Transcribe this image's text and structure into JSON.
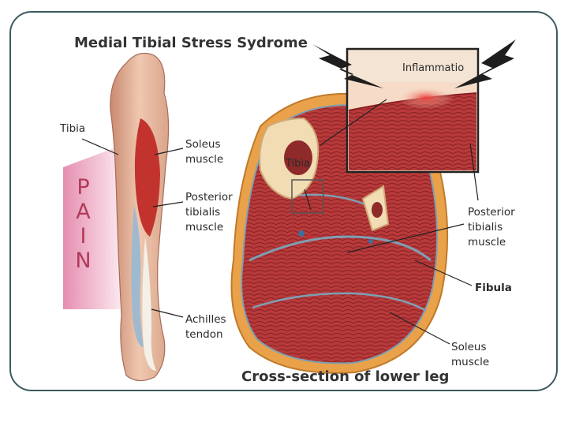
{
  "diagram": {
    "title": "Medial Tibial Stress Sydrome",
    "subtitle": "Cross-section of lower leg",
    "pain_letters": [
      "P",
      "A",
      "I",
      "N"
    ],
    "labels": {
      "tibia_leg": "Tibia",
      "soleus_leg": "Soleus\nmuscle",
      "posterior_tibialis_leg": "Posterior\ntibialis\nmuscle",
      "achilles": "Achilles\ntendon",
      "inflammation": "Inflammatio",
      "tibia_section": "Tibia",
      "posterior_tibialis_section": "Posterior\ntibialis\nmuscle",
      "fibula": "Fibula",
      "soleus_section": "Soleus\nmuscle"
    },
    "colors": {
      "frame_border": "#3c5a60",
      "muscle": "#b8323a",
      "bone": "#f1dcb4",
      "pain_band": "#e6a9bf",
      "inflammation": "#e8403a"
    }
  }
}
